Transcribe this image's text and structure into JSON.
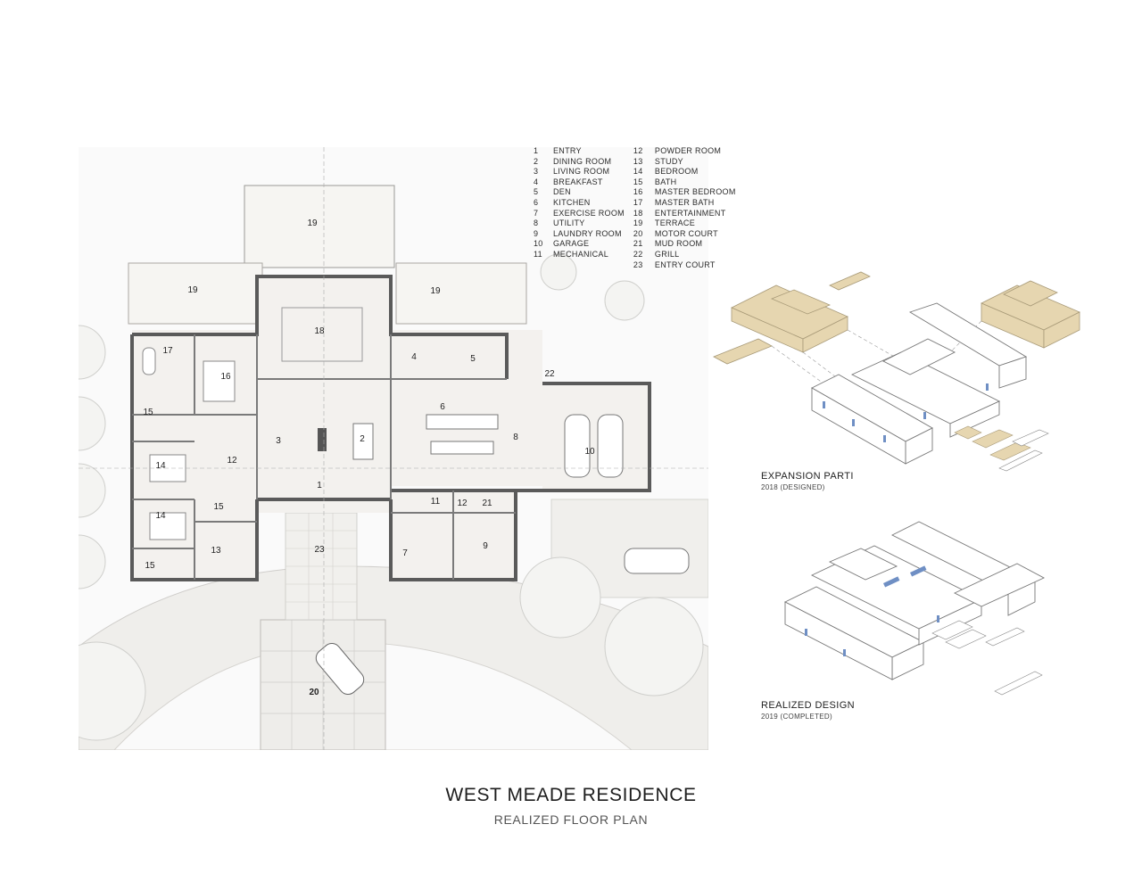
{
  "title": "WEST MEADE RESIDENCE",
  "subtitle": "REALIZED FLOOR PLAN",
  "legend": {
    "col1": [
      {
        "num": "1",
        "label": "ENTRY"
      },
      {
        "num": "2",
        "label": "DINING ROOM"
      },
      {
        "num": "3",
        "label": "LIVING ROOM"
      },
      {
        "num": "4",
        "label": "BREAKFAST"
      },
      {
        "num": "5",
        "label": "DEN"
      },
      {
        "num": "6",
        "label": "KITCHEN"
      },
      {
        "num": "7",
        "label": "EXERCISE ROOM"
      },
      {
        "num": "8",
        "label": "UTILITY"
      },
      {
        "num": "9",
        "label": "LAUNDRY ROOM"
      },
      {
        "num": "10",
        "label": "GARAGE"
      },
      {
        "num": "11",
        "label": "MECHANICAL"
      }
    ],
    "col2": [
      {
        "num": "12",
        "label": "POWDER ROOM"
      },
      {
        "num": "13",
        "label": "STUDY"
      },
      {
        "num": "14",
        "label": "BEDROOM"
      },
      {
        "num": "15",
        "label": "BATH"
      },
      {
        "num": "16",
        "label": "MASTER BEDROOM"
      },
      {
        "num": "17",
        "label": "MASTER BATH"
      },
      {
        "num": "18",
        "label": "ENTERTAINMENT"
      },
      {
        "num": "19",
        "label": "TERRACE"
      },
      {
        "num": "20",
        "label": "MOTOR COURT"
      },
      {
        "num": "21",
        "label": "MUD ROOM"
      },
      {
        "num": "22",
        "label": "GRILL"
      },
      {
        "num": "23",
        "label": "ENTRY COURT"
      }
    ]
  },
  "expansion": {
    "label": "EXPANSION PARTI",
    "sub": "2018 (DESIGNED)"
  },
  "realized": {
    "label": "REALIZED DESIGN",
    "sub": "2019 (COMPLETED)"
  },
  "rooms": {
    "r1": "1",
    "r2": "2",
    "r3": "3",
    "r4": "4",
    "r5": "5",
    "r6": "6",
    "r7": "7",
    "r8": "8",
    "r9": "9",
    "r10": "10",
    "r11": "11",
    "r12a": "12",
    "r12b": "12",
    "r13": "13",
    "r14a": "14",
    "r14b": "14",
    "r15a": "15",
    "r15b": "15",
    "r15c": "15",
    "r16": "16",
    "r17": "17",
    "r18": "18",
    "r19a": "19",
    "r19b": "19",
    "r19c": "19",
    "r20": "20",
    "r21": "21",
    "r22": "22",
    "r23": "23"
  },
  "colors": {
    "wall": "#5a5a5a",
    "floor": "#f3f1ee",
    "paving": "#ecebe8",
    "accent_tan": "#e6d6b0",
    "window_blue": "#6f8fc4"
  }
}
